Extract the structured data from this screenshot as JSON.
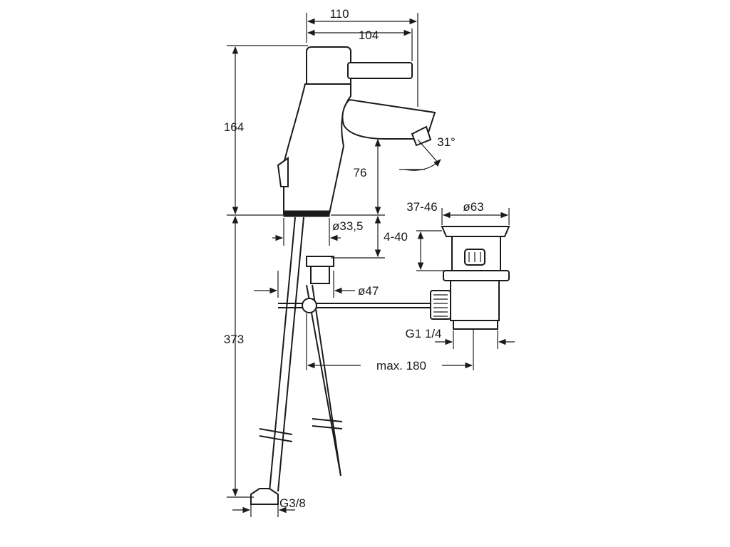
{
  "dimensions": {
    "overall_depth": "110",
    "lever_reach": "104",
    "height_top": "164",
    "spout_height": "76",
    "spout_angle": "31°",
    "waste_adjust": "37-46",
    "waste_dia": "ø63",
    "base_dia": "ø33,5",
    "deck_thickness": "4-40",
    "hole_dia": "ø47",
    "hose_length": "373",
    "waste_thread": "G1 1/4",
    "rod_length": "max. 180",
    "hose_thread": "G3/8"
  },
  "colors": {
    "line": "#1a1a1a",
    "background": "#ffffff"
  }
}
